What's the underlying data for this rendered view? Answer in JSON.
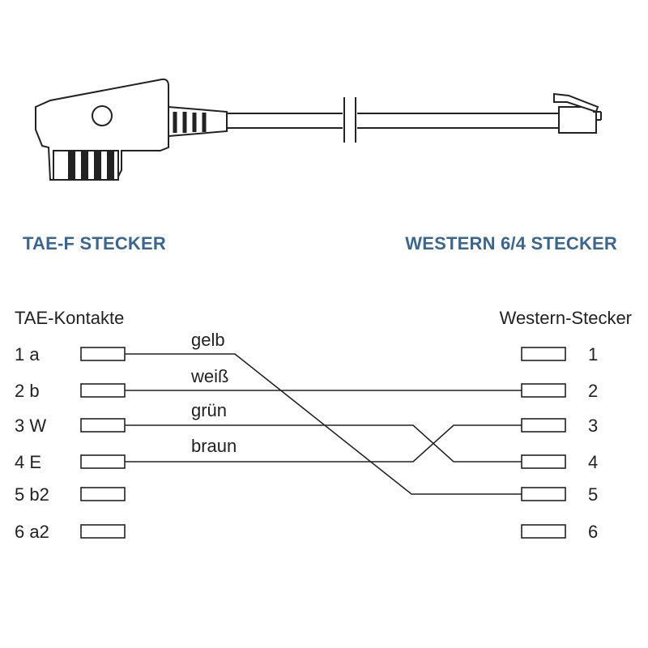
{
  "connectors": {
    "left_title": "TAE-F STECKER",
    "right_title": "WESTERN 6/4 STECKER"
  },
  "pinout": {
    "left_header": "TAE-Kontakte",
    "right_header": "Western-Stecker",
    "tae_pins": [
      "1 a",
      "2 b",
      "3 W",
      "4 E",
      "5 b2",
      "6 a2"
    ],
    "western_pins": [
      "1",
      "2",
      "3",
      "4",
      "5",
      "6"
    ],
    "wires": [
      {
        "color_name": "gelb",
        "from_tae": 1,
        "to_western": 5
      },
      {
        "color_name": "weiß",
        "from_tae": 2,
        "to_western": 2
      },
      {
        "color_name": "grün",
        "from_tae": 3,
        "to_western": 4
      },
      {
        "color_name": "braun",
        "from_tae": 4,
        "to_western": 3
      }
    ]
  },
  "colors": {
    "title": "#3a6692",
    "line": "#222222"
  }
}
